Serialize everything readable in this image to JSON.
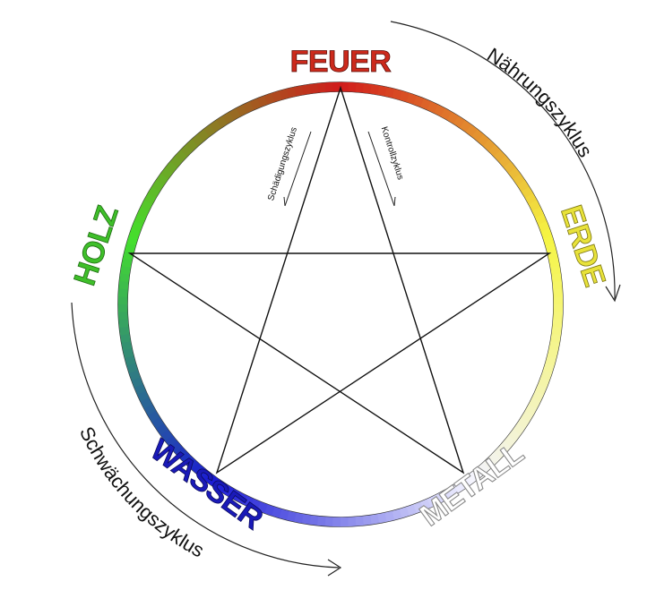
{
  "elements": {
    "feuer": {
      "label": "FEUER",
      "color": "#cc2a1c"
    },
    "erde": {
      "label": "ERDE",
      "color": "#e8e23a"
    },
    "metall": {
      "label": "METALL",
      "color": "#ffffff"
    },
    "wasser": {
      "label": "WASSER",
      "color": "#1a1ab8"
    },
    "holz": {
      "label": "HOLZ",
      "color": "#3fbf2a"
    }
  },
  "cycles": {
    "naehrung": "Nährungszyklus",
    "schwaechung": "Schwächungszyklus",
    "schaedigung": "Schädigungszyklus",
    "kontroll": "Kontrollzyklus"
  },
  "ring_colors": {
    "feuer": "#d01b1b",
    "erde": "#f5f542",
    "metall": "#f4f4ff",
    "wasser": "#1a1ad6",
    "holz": "#44e02c"
  }
}
